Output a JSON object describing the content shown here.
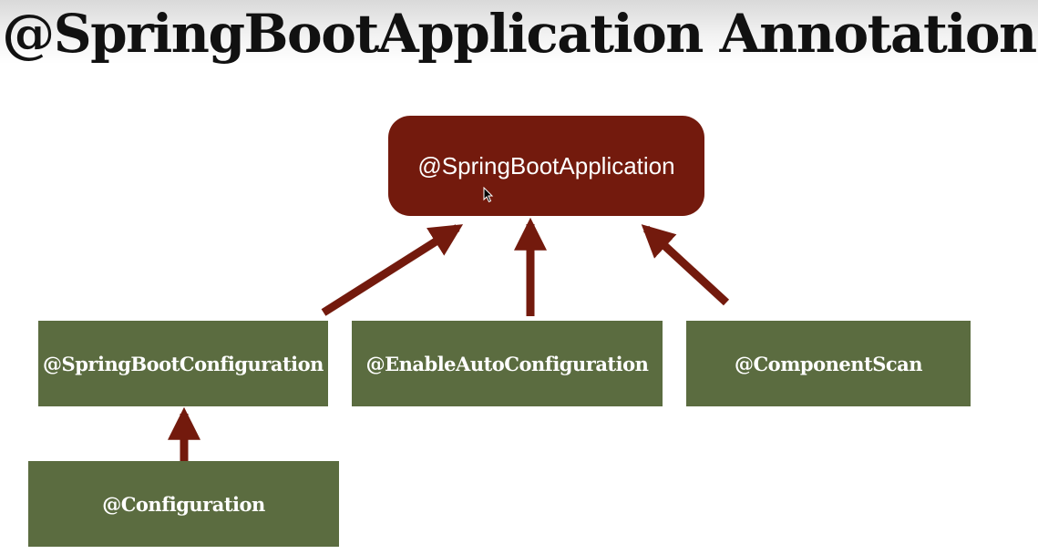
{
  "title": "@SpringBootApplication Annotation",
  "diagram": {
    "root": {
      "label": "@SpringBootApplication"
    },
    "children": [
      {
        "label": "@SpringBootConfiguration"
      },
      {
        "label": "@EnableAutoConfiguration"
      },
      {
        "label": "@ComponentScan"
      }
    ],
    "grandchild": {
      "label": "@Configuration"
    }
  },
  "colors": {
    "root_fill": "#731a0d",
    "arrow": "#731a0d",
    "child_fill": "#5b6c40",
    "title_text": "#111111"
  },
  "icons": [
    "mouse-pointer-icon"
  ]
}
